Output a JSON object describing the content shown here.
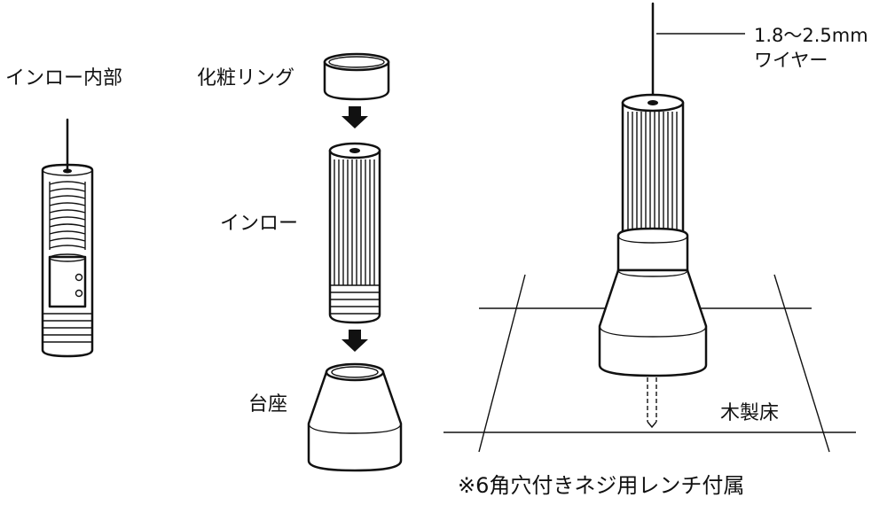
{
  "labels": {
    "inro_internal": "インロー内部",
    "cosmetic_ring": "化粧リング",
    "inro": "インロー",
    "base": "台座",
    "wire_size": "1.8～2.5mm",
    "wire": "ワイヤー",
    "wooden_floor": "木製床",
    "note": "※6角穴付きネジ用レンチ付属"
  },
  "colors": {
    "ink": "#111111",
    "background": "#ffffff"
  },
  "icons": {
    "arrow_1": "down-arrow-icon",
    "arrow_2": "down-arrow-icon"
  }
}
